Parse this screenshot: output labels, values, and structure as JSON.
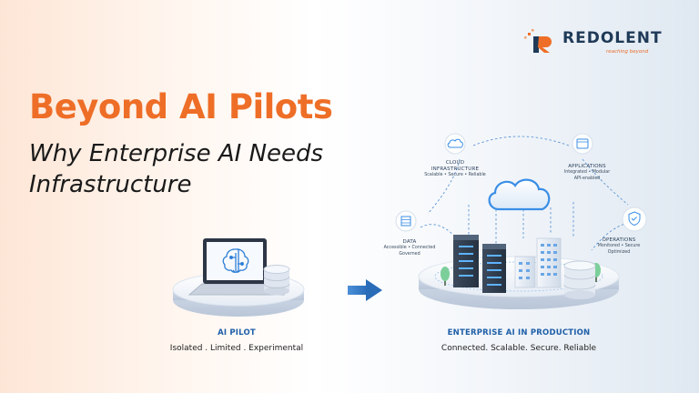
{
  "logo": {
    "brand": "REDOLENT",
    "tagline": "reaching beyond"
  },
  "headline": {
    "title": "Beyond AI Pilots",
    "subtitle_line1": "Why Enterprise AI Needs",
    "subtitle_line2": "Infrastructure"
  },
  "pilot": {
    "title": "AI PILOT",
    "subtitle": "Isolated . Limited . Experimental"
  },
  "production": {
    "title": "ENTERPRISE AI IN PRODUCTION",
    "subtitle": "Connected. Scalable. Secure. Reliable"
  },
  "nodes": {
    "cloud": {
      "title_line1": "CLOUD",
      "title_line2": "INFRASTRUCTURE",
      "sub": "Scalable • Secure • Reliable"
    },
    "applications": {
      "title": "APPLICATIONS",
      "sub_line1": "Integrated • Modular",
      "sub_line2": "API-enabled"
    },
    "data": {
      "title": "DATA",
      "sub_line1": "Accessible • Connected",
      "sub_line2": "Governed"
    },
    "operations": {
      "title": "OPERATIONS",
      "sub_line1": "Monitored • Secure",
      "sub_line2": "Optimized"
    }
  },
  "colors": {
    "orange": "#ee6e27",
    "navy": "#1f3a57",
    "blue": "#1f5fa8",
    "accent": "#3a8ee6"
  },
  "icons": [
    "redolent-logo-icon",
    "brain-icon",
    "database-icon",
    "arrow-right-icon",
    "cloud-icon",
    "app-window-icon",
    "shield-check-icon",
    "server-icon",
    "building-icon",
    "tree-icon"
  ]
}
